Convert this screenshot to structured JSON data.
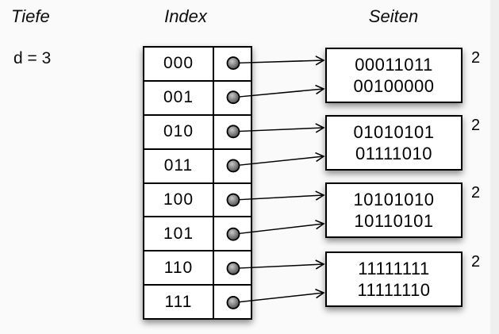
{
  "headers": {
    "depth_column": "Tiefe",
    "index_column": "Index",
    "pages_column": "Seiten"
  },
  "global_depth": "d = 3",
  "index_table": {
    "rows": [
      {
        "label": "000",
        "page": 0
      },
      {
        "label": "001",
        "page": 0
      },
      {
        "label": "010",
        "page": 1
      },
      {
        "label": "011",
        "page": 1
      },
      {
        "label": "100",
        "page": 2
      },
      {
        "label": "101",
        "page": 2
      },
      {
        "label": "110",
        "page": 3
      },
      {
        "label": "111",
        "page": 3
      }
    ]
  },
  "pages": [
    {
      "entries": [
        "00011011",
        "00100000"
      ],
      "local_depth": "2"
    },
    {
      "entries": [
        "01010101",
        "01111010"
      ],
      "local_depth": "2"
    },
    {
      "entries": [
        "10101010",
        "10110101"
      ],
      "local_depth": "2"
    },
    {
      "entries": [
        "11111111",
        "11111110"
      ],
      "local_depth": "2"
    }
  ],
  "icons": {
    "pointer_bullet": "pointer-bullet-icon",
    "arrow": "arrow-right-icon"
  },
  "colors": {
    "ink": "#000000",
    "background": "#fafafa",
    "edge_strip": "#efefef",
    "page_fill": "#ffffff",
    "bullet_fill_light": "#c8c8c8",
    "bullet_fill_dark": "#3f3f3f"
  }
}
